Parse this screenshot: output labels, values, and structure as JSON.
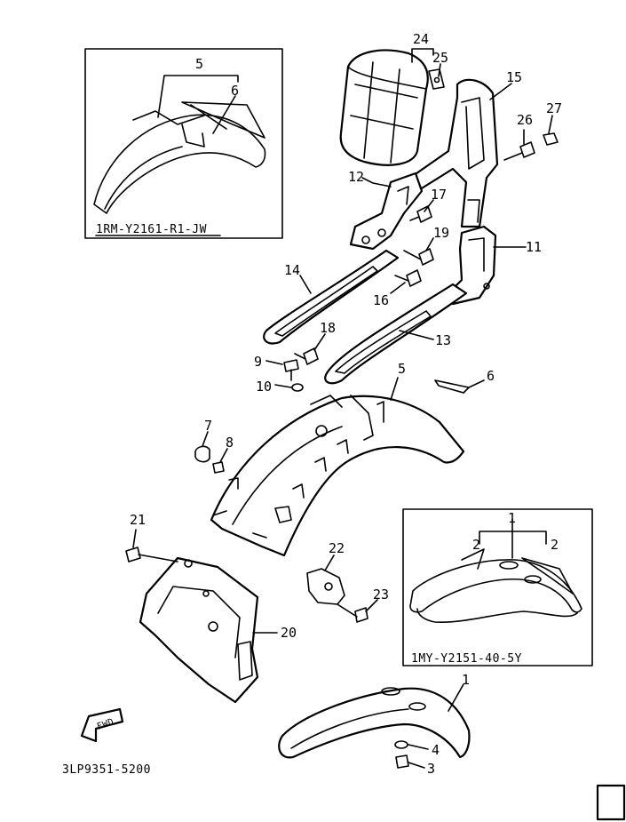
{
  "inset_top": {
    "code": "1RM-Y2161-R1-JW",
    "labels": [
      "5",
      "6"
    ]
  },
  "inset_bottom": {
    "code": "1MY-Y2151-40-5Y",
    "labels": [
      "1",
      "2",
      "2"
    ]
  },
  "part_labels": {
    "p1": "1",
    "p3": "3",
    "p4": "4",
    "p5": "5",
    "p6": "6",
    "p7": "7",
    "p8": "8",
    "p9": "9",
    "p10": "10",
    "p11": "11",
    "p12": "12",
    "p13": "13",
    "p14": "14",
    "p15": "15",
    "p16": "16",
    "p17": "17",
    "p18": "18",
    "p19": "19",
    "p20": "20",
    "p21": "21",
    "p22": "22",
    "p23": "23",
    "p24": "24",
    "p25": "25",
    "p26": "26",
    "p27": "27"
  },
  "fwd_label": "FWD",
  "figure_code": "3LP9351-5200"
}
